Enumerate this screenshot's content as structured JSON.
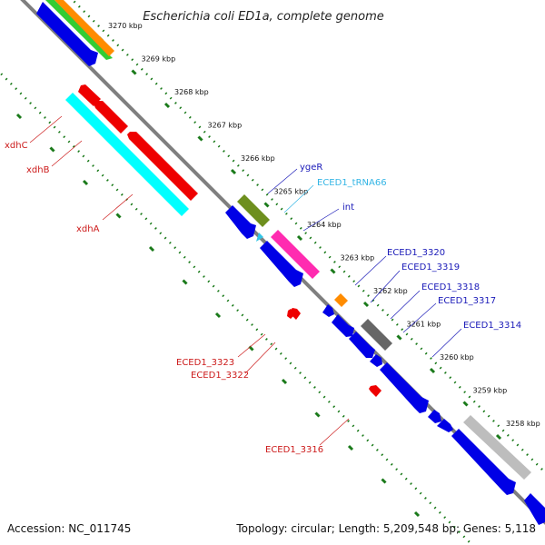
{
  "title": "Escherichia coli ED1a, complete genome",
  "footer": {
    "accession": "Accession: NC_011745",
    "topology": "Topology: circular; Length: 5,209,548 bp; Genes: 5,118"
  },
  "colors": {
    "backbone": "#7f7f7f",
    "tick": "#1a7a1a",
    "forward_label": "#1a1ab8",
    "reverse_label": "#cc1a1a",
    "trna_label": "#33b5e5",
    "cds_forward": "#0000e6",
    "cds_reverse": "#ee0000",
    "cyan": "#00ffff",
    "magenta": "#ff2bb0",
    "olive": "#6e8f1e",
    "gray": "#666666",
    "lightgray": "#bdbdbd",
    "orange": "#ff8c00",
    "green": "#33cc33"
  },
  "scale": {
    "unit": "kbp",
    "ticks": [
      {
        "pos": 3270,
        "label": "3270 kbp"
      },
      {
        "pos": 3269,
        "label": "3269 kbp"
      },
      {
        "pos": 3268,
        "label": "3268 kbp"
      },
      {
        "pos": 3267,
        "label": "3267 kbp"
      },
      {
        "pos": 3266,
        "label": "3266 kbp"
      },
      {
        "pos": 3265,
        "label": "3265 kbp"
      },
      {
        "pos": 3264,
        "label": "3264 kbp"
      },
      {
        "pos": 3263,
        "label": "3263 kbp"
      },
      {
        "pos": 3262,
        "label": "3262 kbp"
      },
      {
        "pos": 3261,
        "label": "3261 kbp"
      },
      {
        "pos": 3260,
        "label": "3260 kbp"
      },
      {
        "pos": 3259,
        "label": "3259 kbp"
      },
      {
        "pos": 3258,
        "label": "3258 kbp"
      }
    ]
  },
  "gene_labels": {
    "forward": [
      {
        "text": "ygeR",
        "color": "forward"
      },
      {
        "text": "ECED1_tRNA66",
        "color": "trna"
      },
      {
        "text": "int",
        "color": "forward"
      },
      {
        "text": "ECED1_3320",
        "color": "forward"
      },
      {
        "text": "ECED1_3319",
        "color": "forward"
      },
      {
        "text": "ECED1_3318",
        "color": "forward"
      },
      {
        "text": "ECED1_3317",
        "color": "forward"
      },
      {
        "text": "ECED1_3314",
        "color": "forward"
      }
    ],
    "reverse": [
      {
        "text": "xdhC",
        "color": "reverse"
      },
      {
        "text": "xdhB",
        "color": "reverse"
      },
      {
        "text": "xdhA",
        "color": "reverse"
      },
      {
        "text": "ECED1_3323",
        "color": "reverse"
      },
      {
        "text": "ECED1_3322",
        "color": "reverse"
      },
      {
        "text": "ECED1_3316",
        "color": "reverse"
      }
    ]
  }
}
